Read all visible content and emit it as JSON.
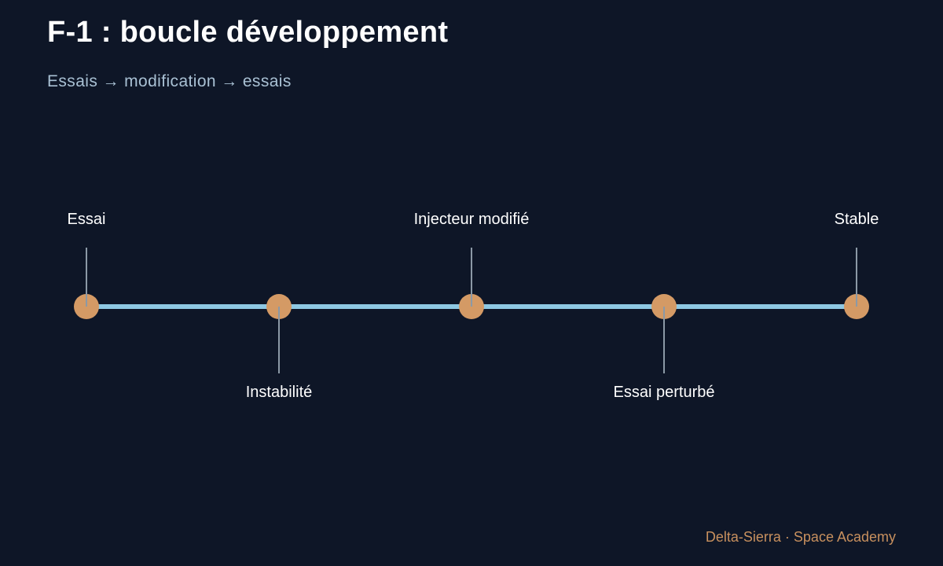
{
  "header": {
    "title": "F-1 : boucle développement",
    "subtitle": "Essais → modification → essais"
  },
  "timeline": {
    "steps": [
      {
        "label": "Essai",
        "position": "above"
      },
      {
        "label": "Instabilité",
        "position": "below"
      },
      {
        "label": "Injecteur modifié",
        "position": "above"
      },
      {
        "label": "Essai perturbé",
        "position": "below"
      },
      {
        "label": "Stable",
        "position": "above"
      }
    ]
  },
  "footer": {
    "credit": "Delta-Sierra · Space Academy"
  },
  "colors": {
    "background": "#0e1627",
    "title": "#ffffff",
    "subtitle": "#a9c1d4",
    "line": "#8ec8e3",
    "node": "#d49a65",
    "connector": "#8b99a6",
    "label": "#ffffff",
    "footer": "#c8905e"
  }
}
